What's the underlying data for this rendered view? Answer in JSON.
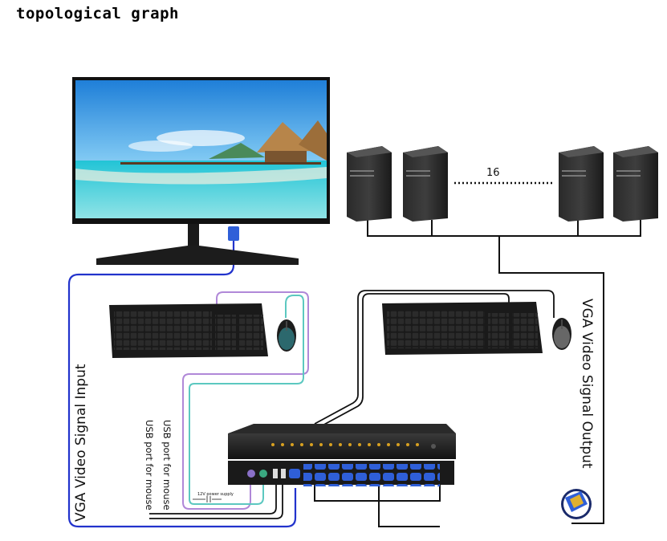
{
  "title": "topological graph",
  "computer_count": "16",
  "labels": {
    "vga_input": "VGA Video Signal Input",
    "vga_output": "VGA Video Signal Output",
    "usb_keyboard": "USB port for mouse",
    "usb_mouse": "USB port for mouse",
    "power": "12V power supply"
  },
  "colors": {
    "vga_cable": "#2233cc",
    "usb_purple": "#b088d8",
    "usb_teal": "#5cc8c0",
    "black_cable": "#111111",
    "screen_sky": "#3aa0e8",
    "sea": "#20c8d8"
  }
}
